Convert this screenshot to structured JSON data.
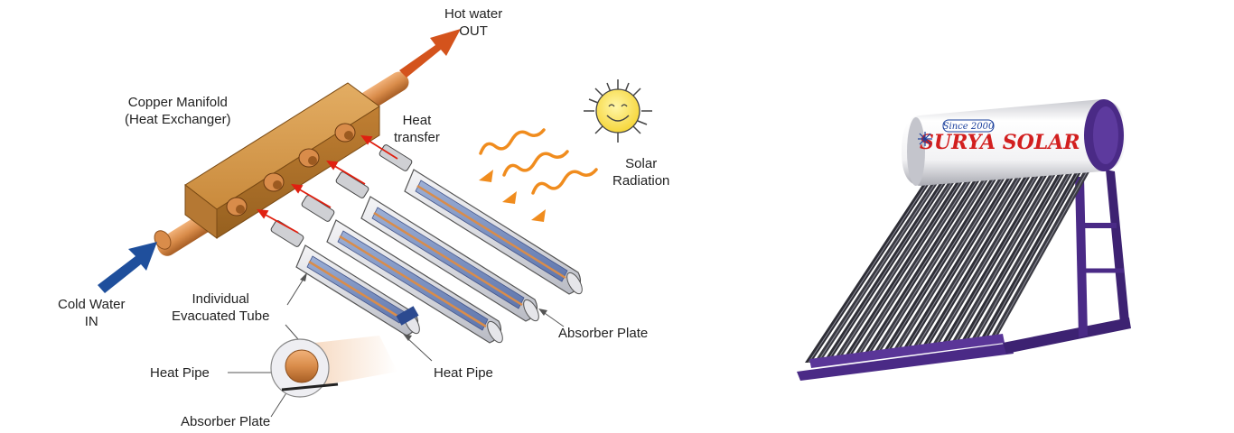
{
  "labels": {
    "hot_water": [
      "Hot water",
      "OUT"
    ],
    "copper_manifold": [
      "Copper Manifold",
      "(Heat Exchanger)"
    ],
    "heat_transfer": [
      "Heat",
      "transfer"
    ],
    "solar_radiation": [
      "Solar",
      "Radiation"
    ],
    "cold_water": [
      "Cold Water",
      "IN"
    ],
    "evacuated_tube": [
      "Individual",
      "Evacuated Tube"
    ],
    "absorber_plate_right": "Absorber Plate",
    "heat_pipe_center": "Heat Pipe",
    "heat_pipe_inset": "Heat Pipe",
    "absorber_plate_inset": "Absorber Plate"
  },
  "product": {
    "brand": "SURYA SOLAR",
    "since": "Since 2000"
  },
  "colors": {
    "copper": "#d98c4a",
    "manifold": "#c98a3c",
    "hot_arrow": "#d4531c",
    "cold_arrow": "#1f4f9c",
    "radiation": "#f08c1e",
    "heat_arrow": "#e02010",
    "frame": "#4a2a86",
    "brand_red": "#d21f1f"
  },
  "icons": [
    "sun-icon"
  ]
}
